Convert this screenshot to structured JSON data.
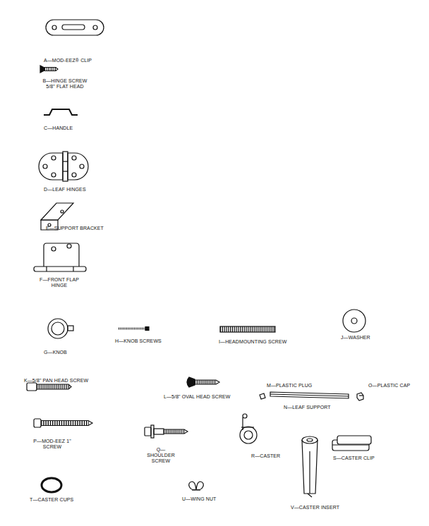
{
  "diagram": {
    "labels": [
      "A—MOD-EEZ® CLIP",
      "B—HINGE SCREW 5/8\" FLAT HEAD",
      "C—HANDLE",
      "D—LEAF HINGES",
      "E—SUPPORT BRACKET",
      "F—FRONT FLAP HINGE",
      "G—KNOB",
      "H—KNOB SCREWS",
      "I—HEADMOUNTING SCREW",
      "J—WASHER",
      "K—5/8\" PAN HEAD SCREW",
      "L—5/8\" OVAL HEAD SCREW",
      "M—PLASTIC PLUG",
      "N—LEAF SUPPORT",
      "O—PLASTIC CAP",
      "P—MOD-EEZ 1\" SCREW",
      "Q—SHOULDER SCREW",
      "R—CASTER",
      "S—CASTER CLIP",
      "T—CASTER CUPS",
      "U—WING NUT",
      "V—CASTER INSERT"
    ]
  }
}
